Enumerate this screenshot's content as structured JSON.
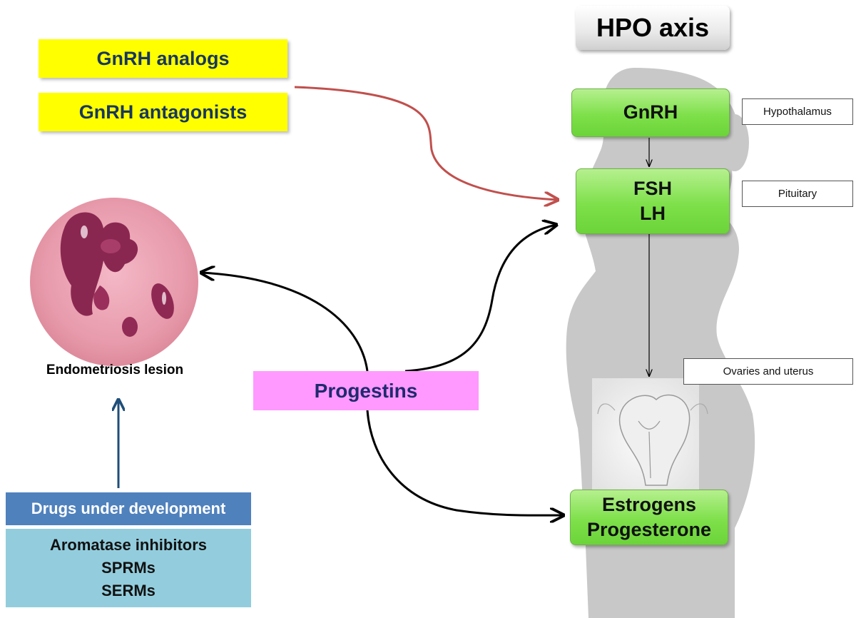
{
  "title": "HPO axis",
  "gnrh_drugs": {
    "analogs": "GnRH analogs",
    "antagonists": "GnRH antagonists"
  },
  "axis": {
    "hypothalamus_hormone": "GnRH",
    "pituitary_hormones": [
      "FSH",
      "LH"
    ],
    "ovary_hormones": [
      "Estrogens",
      "Progesterone"
    ]
  },
  "organ_labels": {
    "hypothalamus": "Hypothalamus",
    "pituitary": "Pituitary",
    "ovaries_uterus": "Ovaries and uterus"
  },
  "progestins": "Progestins",
  "lesion_label": "Endometriosis lesion",
  "development": {
    "header": "Drugs under development",
    "items": [
      "Aromatase inhibitors",
      "SPRMs",
      "SERMs"
    ]
  },
  "colors": {
    "gnrh_box": "#ffff00",
    "axis_box": "#7ee04a",
    "progestin_box": "#ff99ff",
    "dev_header": "#4f81bd",
    "dev_body": "#93cddd",
    "gnrh_arrow": "#c0504d",
    "dev_arrow": "#1f4e79"
  }
}
